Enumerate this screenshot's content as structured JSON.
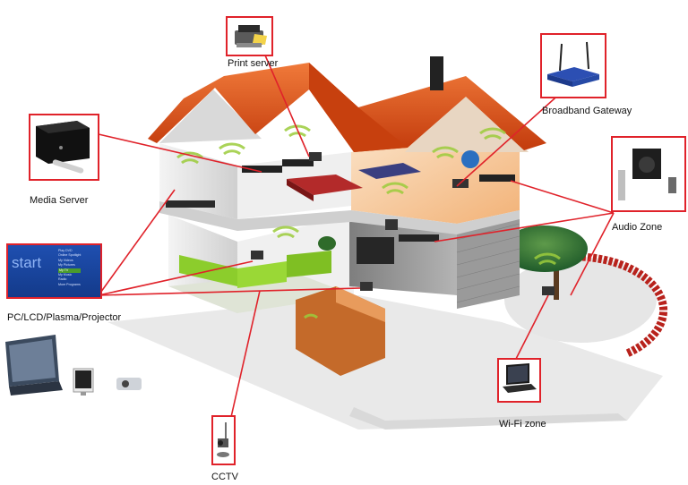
{
  "labels": {
    "print_server": "Print server",
    "broadband_gateway": "Broadband Gateway",
    "media_server": "Media Server",
    "audio_zone": "Audio Zone",
    "display": "PC/LCD/Plasma/Projector",
    "wifi_zone": "Wi-Fi zone",
    "cctv": "CCTV"
  },
  "start_screen": {
    "title": "start",
    "menu": [
      "Play DVD",
      "Online Spotlight",
      "My Videos",
      "My Pictures",
      "My TV",
      "My Music",
      "Radio",
      "More Programs"
    ]
  },
  "colors": {
    "connector": "#e0222a",
    "roof": "#e2531a",
    "wall_light": "#e6e6e6",
    "wall_shadow": "#8f8f8f",
    "wifi": "#9ccc3c"
  }
}
